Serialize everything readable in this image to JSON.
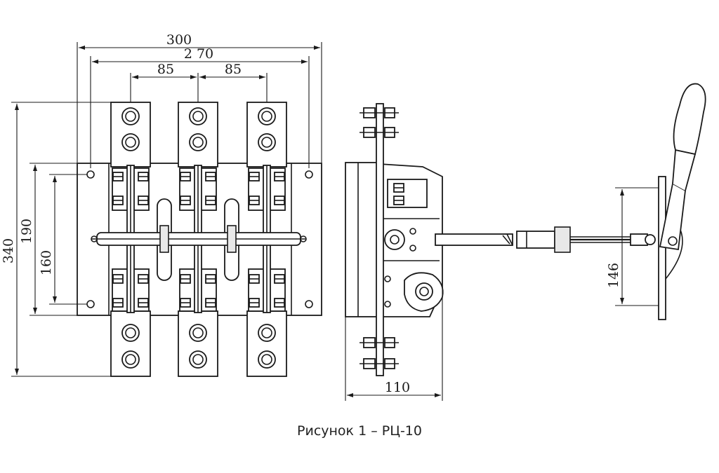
{
  "dimensions": {
    "width_300": "300",
    "width_270": "2 70",
    "pitch_left": "85",
    "pitch_right": "85",
    "height_340": "340",
    "height_190": "190",
    "height_160": "160",
    "depth_110": "110",
    "handle_146": "146"
  },
  "caption": "Рисунок 1 – РЦ-10"
}
